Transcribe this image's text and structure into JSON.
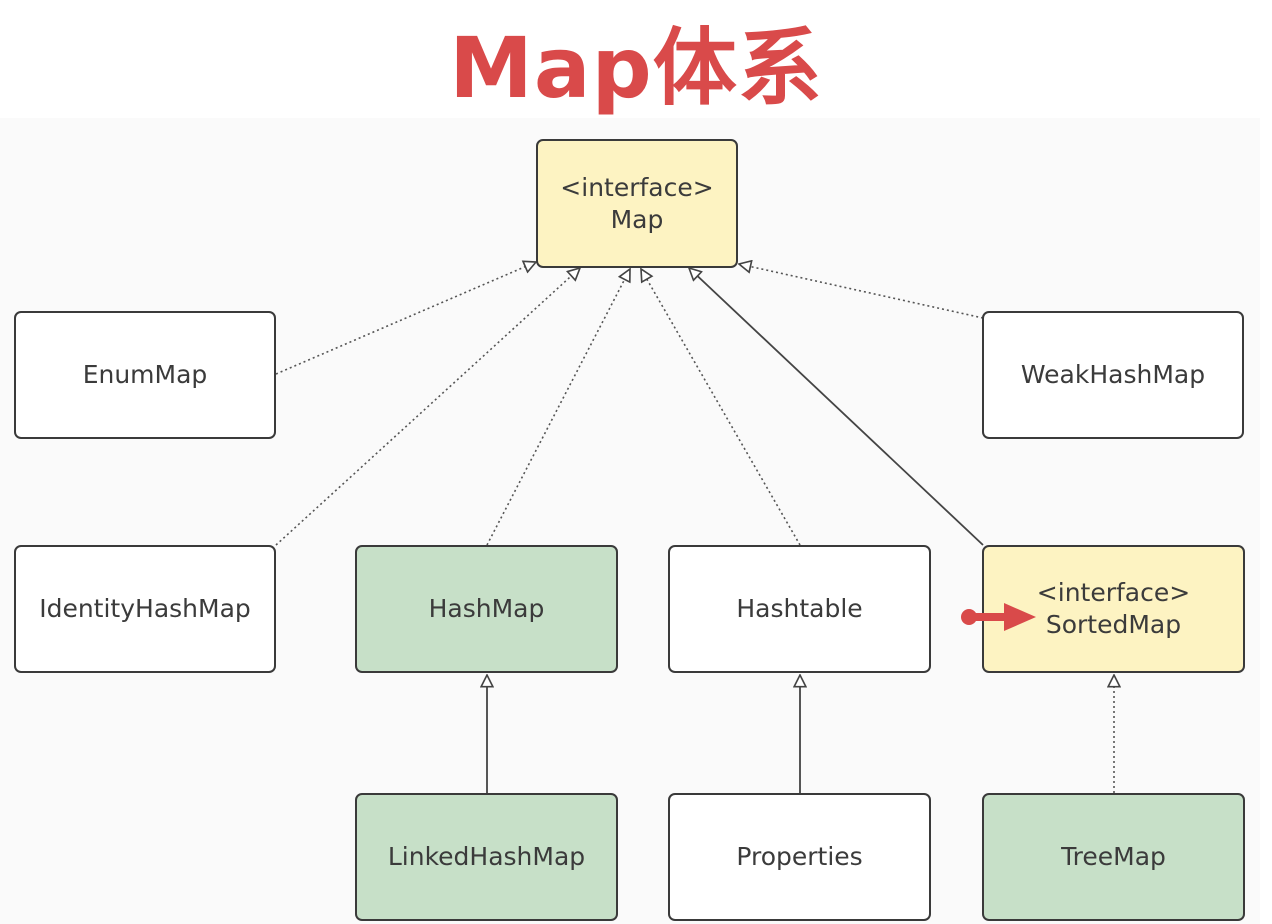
{
  "title": "Map体系",
  "nodes": {
    "map": {
      "stereotype": "<interface>",
      "name": "Map"
    },
    "enum_map": {
      "name": "EnumMap"
    },
    "weak_hash_map": {
      "name": "WeakHashMap"
    },
    "identity_hash_map": {
      "name": "IdentityHashMap"
    },
    "hash_map": {
      "name": "HashMap"
    },
    "hashtable": {
      "name": "Hashtable"
    },
    "sorted_map": {
      "stereotype": "<interface>",
      "name": "SortedMap"
    },
    "linked_hash_map": {
      "name": "LinkedHashMap"
    },
    "properties": {
      "name": "Properties"
    },
    "tree_map": {
      "name": "TreeMap"
    }
  },
  "colors": {
    "title": "#d94a4a",
    "interface_fill": "#fdf3c2",
    "highlight_fill": "#c7e0c8",
    "plain_fill": "#ffffff",
    "pointer": "#d94a4a"
  }
}
